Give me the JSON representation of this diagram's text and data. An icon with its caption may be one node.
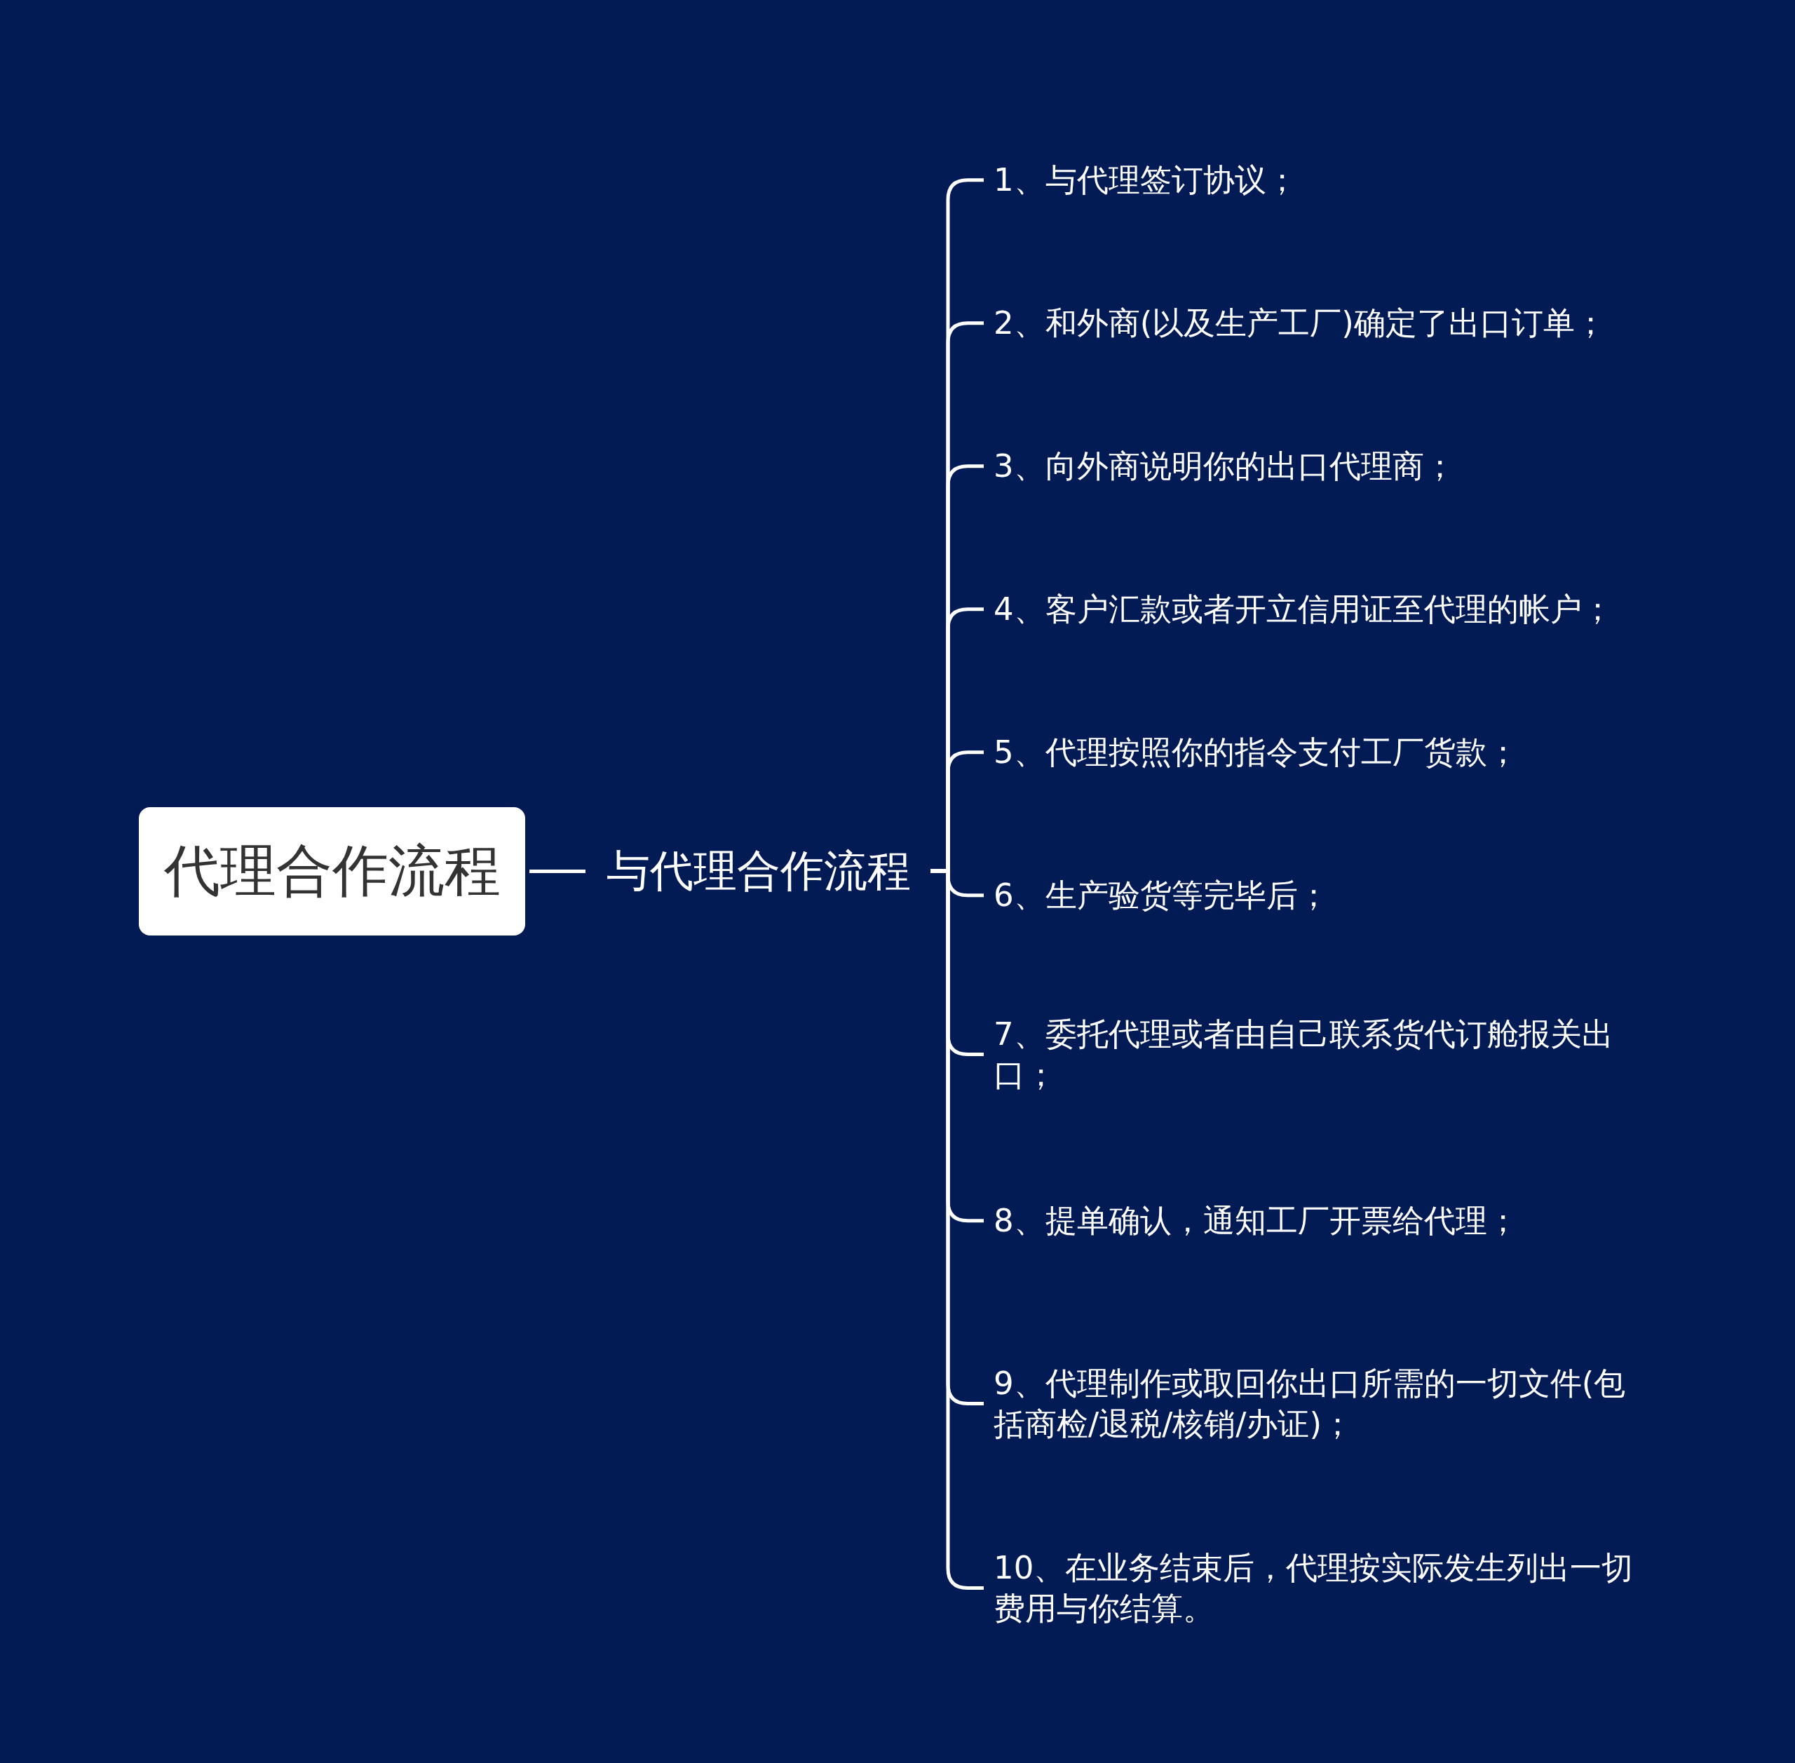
{
  "diagram": {
    "nodes": [
      {
        "text": [
          "代理合作流程"
        ]
      },
      {
        "text": [
          "与代理合作流程"
        ]
      },
      {
        "text": [
          "1、与代理签订协议；"
        ]
      },
      {
        "text": [
          "2、和外商(以及生产工厂)确定了出口订单；"
        ]
      },
      {
        "text": [
          "3、向外商说明你的出口代理商；"
        ]
      },
      {
        "text": [
          "4、客户汇款或者开立信用证至代理的帐户；"
        ]
      },
      {
        "text": [
          "5、代理按照你的指令支付工厂货款；"
        ]
      },
      {
        "text": [
          "6、生产验货等完毕后；"
        ]
      },
      {
        "text": [
          "7、委托代理或者由自己联系货代订舱报关出口；"
        ]
      },
      {
        "text": [
          "8、提单确认，通知工厂开票给代理；"
        ]
      },
      {
        "text": [
          "9、代理制作或取回你出口所需的一切文件(包括商检/退税/核销/办证)；"
        ]
      },
      {
        "text": [
          "10、在业务结束后，代理按实际发生列出一切费用与你结算。"
        ]
      }
    ],
    "edges": [
      {
        "from": 0,
        "to": 1,
        "arrow": "none"
      },
      {
        "from": 1,
        "to": 2,
        "arrow": "none"
      },
      {
        "from": 1,
        "to": 3,
        "arrow": "none"
      },
      {
        "from": 1,
        "to": 4,
        "arrow": "none"
      },
      {
        "from": 1,
        "to": 5,
        "arrow": "none"
      },
      {
        "from": 1,
        "to": 6,
        "arrow": "none"
      },
      {
        "from": 1,
        "to": 7,
        "arrow": "none"
      },
      {
        "from": 1,
        "to": 8,
        "arrow": "none"
      },
      {
        "from": 1,
        "to": 9,
        "arrow": "none"
      },
      {
        "from": 1,
        "to": 10,
        "arrow": "none"
      },
      {
        "from": 1,
        "to": 11,
        "arrow": "none"
      }
    ]
  }
}
